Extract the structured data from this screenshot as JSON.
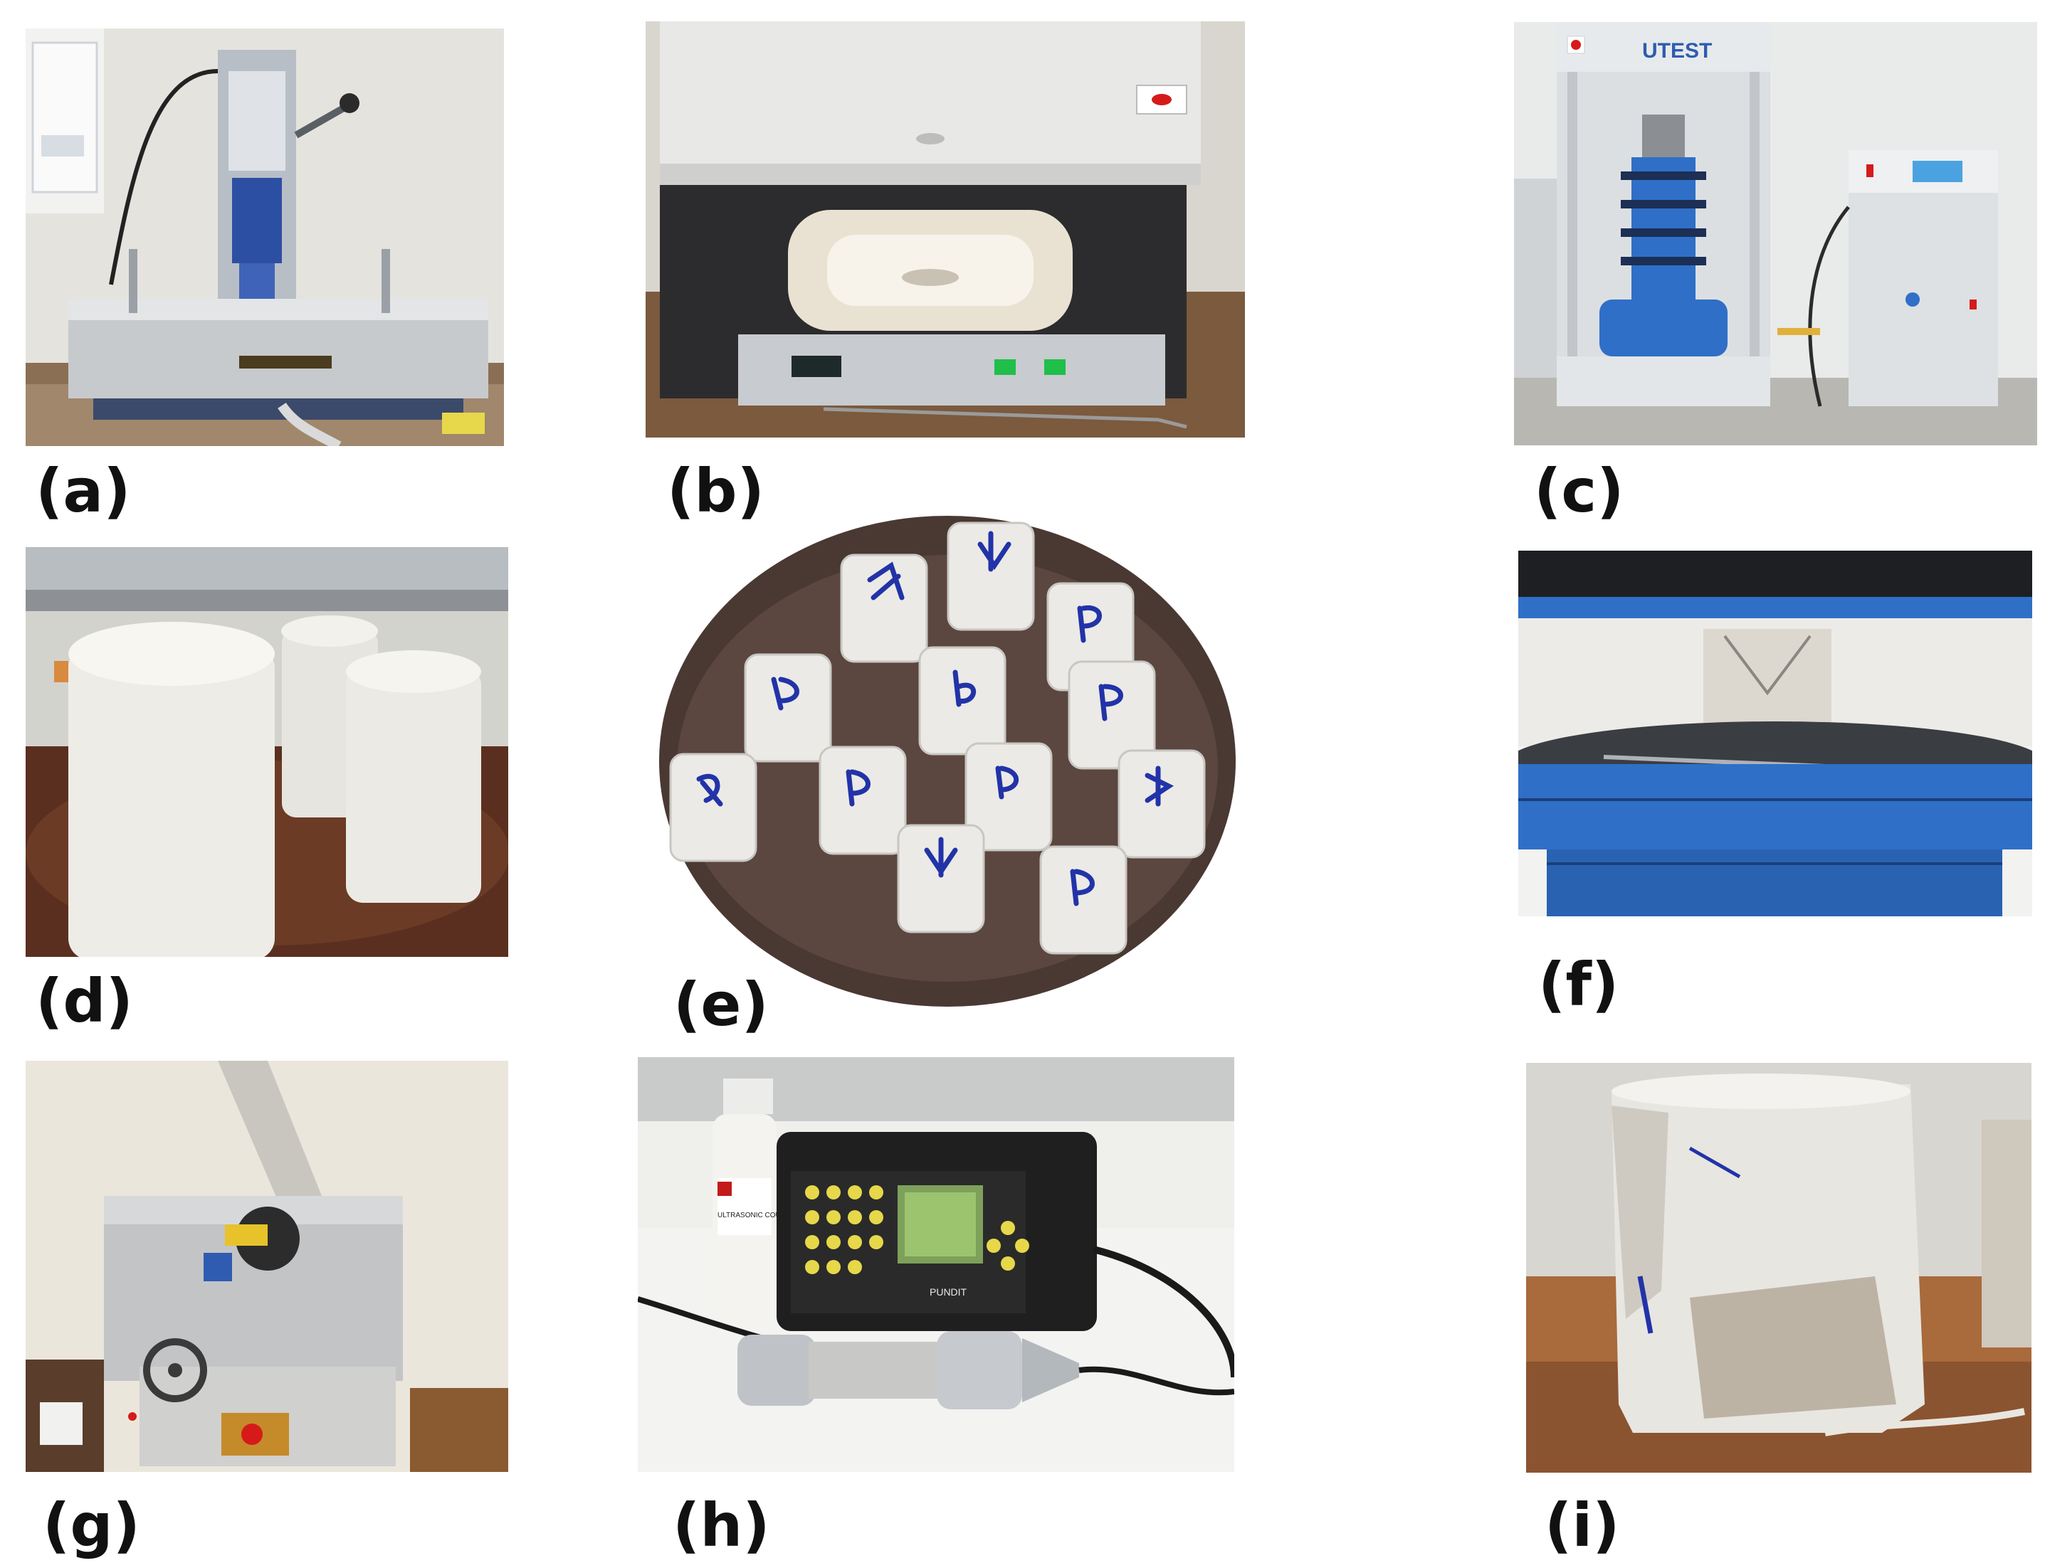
{
  "figure": {
    "panels": [
      {
        "id": "a",
        "label": "(a)",
        "depicts": "core-drilling-machine"
      },
      {
        "id": "b",
        "label": "(b)",
        "depicts": "muffle-furnace"
      },
      {
        "id": "c",
        "label": "(c)",
        "depicts": "compression-testing-machine",
        "brand_text": "UTEST"
      },
      {
        "id": "d",
        "label": "(d)",
        "depicts": "cylindrical-specimens-on-table"
      },
      {
        "id": "e",
        "label": "(e)",
        "depicts": "marked-core-specimens-in-tray"
      },
      {
        "id": "f",
        "label": "(f)",
        "depicts": "specimen-under-compression-load"
      },
      {
        "id": "g",
        "label": "(g)",
        "depicts": "cutting-machine"
      },
      {
        "id": "h",
        "label": "(h)",
        "depicts": "ultrasonic-pulse-velocity-tester",
        "device_text": "PUNDIT",
        "bottle_text": "ULTRASONIC COUPLANT"
      },
      {
        "id": "i",
        "label": "(i)",
        "depicts": "fractured-specimen"
      }
    ]
  },
  "colors": {
    "background": "#ffffff",
    "label": "#111111",
    "machine_blue": "#2f6fc7",
    "steel": "#c9cdd2",
    "specimen_white": "#eceae4",
    "wood": "#6b3b26",
    "marker_blue": "#2233a8"
  }
}
